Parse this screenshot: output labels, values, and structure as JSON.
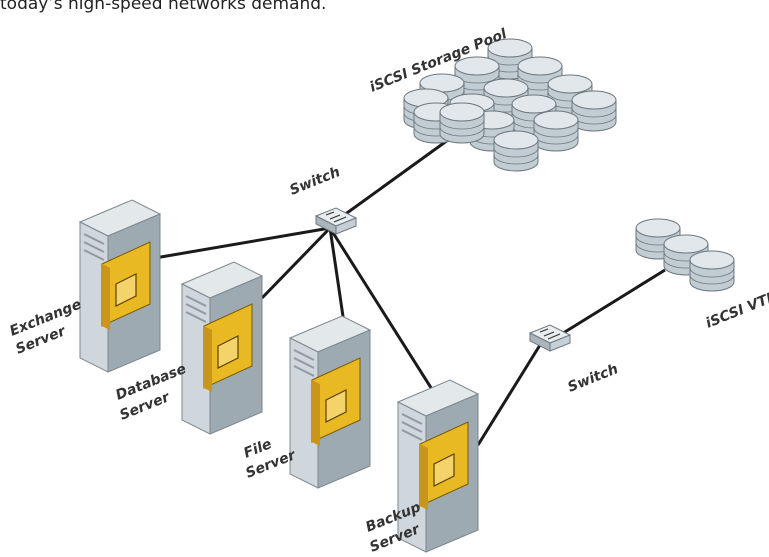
{
  "caption": "today’s high-speed networks demand.",
  "labels": {
    "storage_pool": "iSCSI Storage Pool",
    "switch_top": "Switch",
    "switch_right": "Switch",
    "vtl": "iSCSI VTL",
    "exchange_1": "Exchange",
    "exchange_2": "Server",
    "database_1": "Database",
    "database_2": "Server",
    "file_1": "File",
    "file_2": "Server",
    "backup_1": "Backup",
    "backup_2": "Server"
  },
  "server_badge": "a",
  "colors": {
    "line": "#1a1a1a",
    "server_body": "#c9d2d8",
    "server_side": "#a9b4bc",
    "badge": "#e8b923",
    "disk": "#d4dde3"
  }
}
